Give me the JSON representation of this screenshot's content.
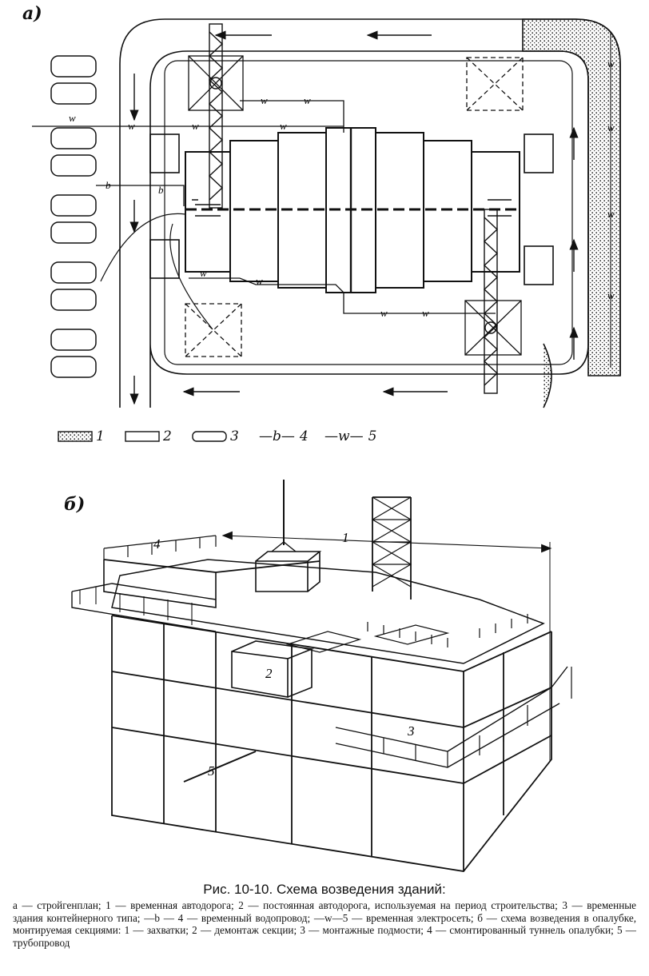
{
  "panel_a": {
    "label": "а)",
    "line_marks": {
      "water": "b",
      "power": "w"
    },
    "legend": [
      {
        "num": "1",
        "kind": "dotted-box"
      },
      {
        "num": "2",
        "kind": "box"
      },
      {
        "num": "3",
        "kind": "rounded-box"
      },
      {
        "num": "4",
        "kind": "line",
        "mark": "b"
      },
      {
        "num": "5",
        "kind": "line",
        "mark": "w"
      }
    ]
  },
  "panel_b": {
    "label": "б)",
    "callouts": {
      "c1": "1",
      "c2": "2",
      "c3": "3",
      "c4": "4",
      "c5": "5"
    }
  },
  "caption": {
    "title": "Рис. 10-10. Схема возведения зданий:",
    "text": "а — стройгенплан; 1 — временная автодорога; 2 — постоянная автодорога, используемая на период строительства; 3 — временные здания контейнерного типа; —b — 4 — временный водопровод; —w—5 — временная электросеть; б — схема возведения в опалубке, монтируемая секциями: 1 — захватки; 2 — демонтаж секции; 3 — монтажные подмости; 4 — смонтированный туннель опалубки; 5 — трубопровод"
  }
}
